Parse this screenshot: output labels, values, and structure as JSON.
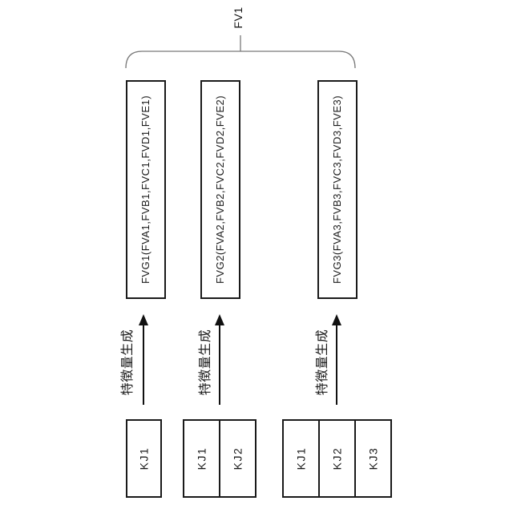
{
  "figure": {
    "group_label": "FV1",
    "feature_boxes": [
      "FVG1(FVA1,FVB1,FVC1,FVD1,FVE1)",
      "FVG2(FVA2,FVB2,FVC2,FVD2,FVE2)",
      "FVG3(FVA3,FVB3,FVC3,FVD3,FVE3)"
    ],
    "process_label": "特徴量生成",
    "input_groups": [
      {
        "cells": [
          "KJ1"
        ]
      },
      {
        "cells": [
          "KJ1",
          "KJ2"
        ]
      },
      {
        "cells": [
          "KJ1",
          "KJ2",
          "KJ3"
        ]
      }
    ],
    "colors": {
      "line": "#1a1a1a",
      "brace": "#7a7a7a",
      "background": "#ffffff"
    }
  }
}
